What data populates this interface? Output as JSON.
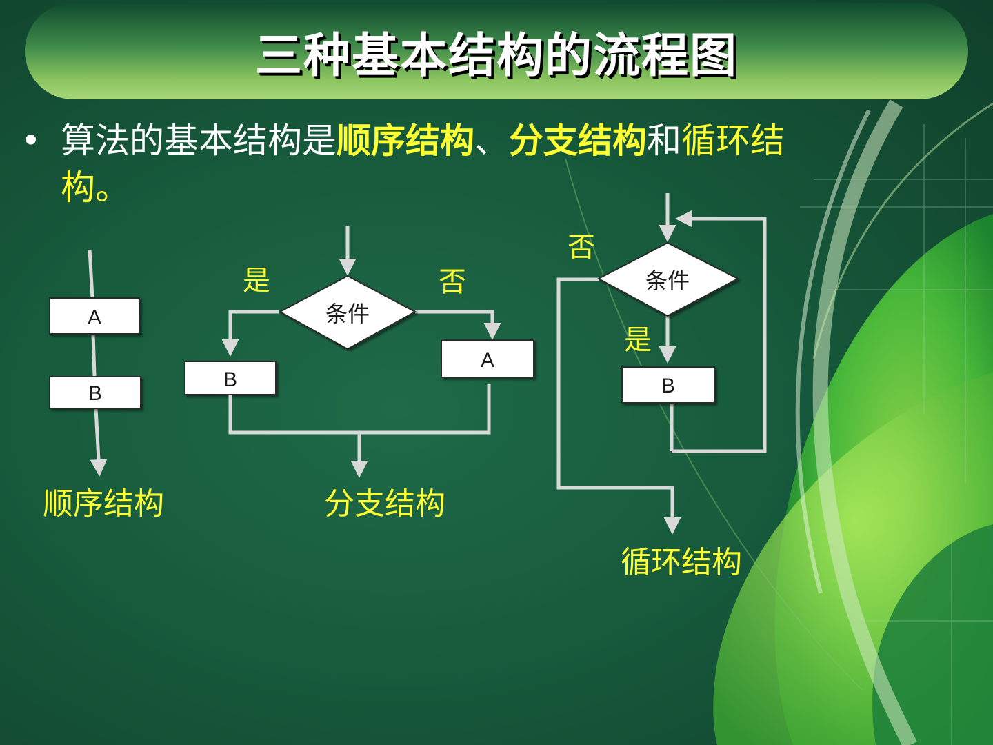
{
  "title": "三种基本结构的流程图",
  "bullet": {
    "prefix": "算法的基本结构是",
    "term1": "顺序结构",
    "sep": "、",
    "term2": "分支结构",
    "conj": "和",
    "term3": "循环结构",
    "suffix": "。"
  },
  "sequence": {
    "box_a": "A",
    "box_b": "B",
    "caption": "顺序结构"
  },
  "branch": {
    "condition": "条件",
    "yes": "是",
    "no": "否",
    "box_a": "A",
    "box_b": "B",
    "caption": "分支结构"
  },
  "loop": {
    "condition": "条件",
    "yes": "是",
    "no": "否",
    "box_b": "B",
    "caption": "循环结构"
  },
  "colors": {
    "highlight": "#ffff33",
    "background": "#175a3c",
    "line": "#d9d9d9"
  }
}
